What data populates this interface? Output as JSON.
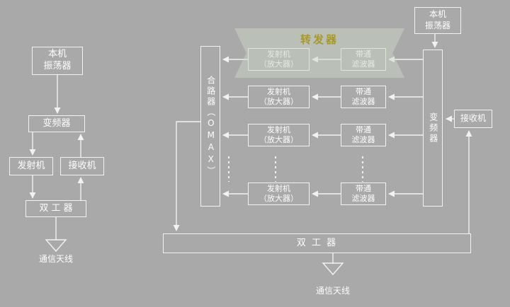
{
  "colors": {
    "background": "#a9a9a9",
    "line": "#f2f2f2",
    "text": "#fdfdfd",
    "transponder_fill": "rgba(203,214,199,0.5)",
    "transponder_label_color": "#a7982c"
  },
  "left": {
    "local_oscillator": {
      "line1": "本机",
      "line2": "振荡器"
    },
    "frequency_converter": "变频器",
    "transmitter": "发射机",
    "receiver": "接收机",
    "duplexer": "双 工 器",
    "antenna_label": "通信天线"
  },
  "right": {
    "local_oscillator": {
      "line1": "本机",
      "line2": "振荡器"
    },
    "transponder_label": "转发器",
    "combiner": "合路器（OMAX）",
    "rows": [
      {
        "amp_line1": "发射机",
        "amp_line2": "（放大器）",
        "filter_line1": "带通",
        "filter_line2": "滤波器"
      },
      {
        "amp_line1": "发射机",
        "amp_line2": "（放大器）",
        "filter_line1": "带通",
        "filter_line2": "滤波器"
      },
      {
        "amp_line1": "发射机",
        "amp_line2": "（放大器）",
        "filter_line1": "带通",
        "filter_line2": "滤波器"
      },
      {
        "amp_line1": "发射机",
        "amp_line2": "（放大器）",
        "filter_line1": "带通",
        "filter_line2": "滤波器"
      }
    ],
    "frequency_converter": "变频器",
    "receiver": "接收机",
    "duplexer": "双 工 器",
    "antenna_label": "通信天线"
  }
}
